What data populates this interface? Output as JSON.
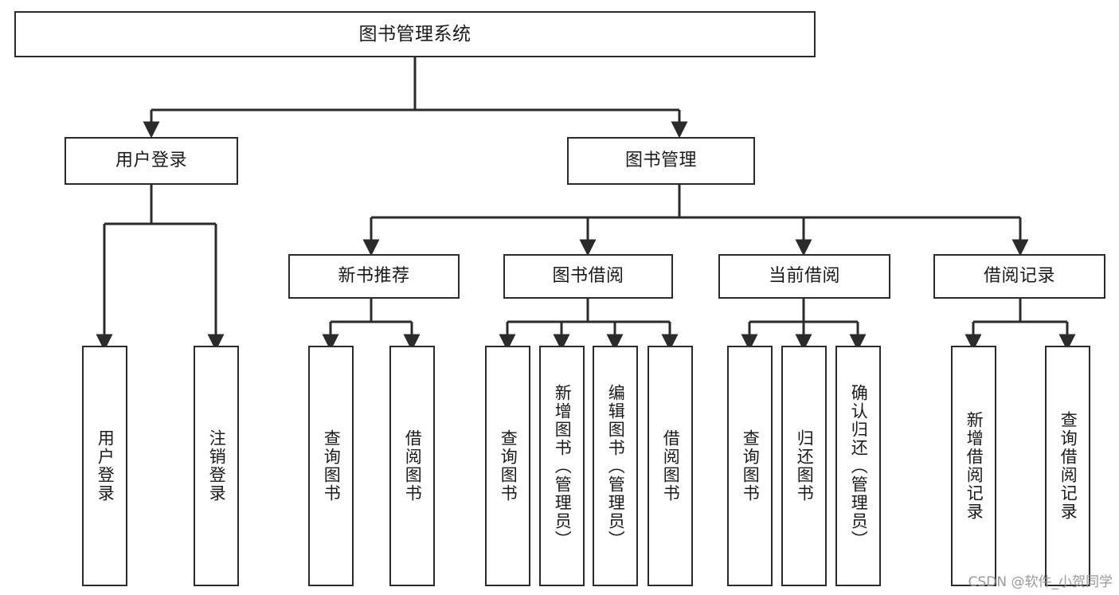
{
  "diagram": {
    "title": "图书管理系统",
    "type": "tree",
    "watermark": "CSDN @软件_小贺同学",
    "colors": {
      "border": "#2b2b2b",
      "background": "#ffffff",
      "text": "#1a1a1a",
      "edge": "#2b2b2b",
      "watermark": "#9a9a9a"
    },
    "nodes": {
      "root": {
        "label": "图书管理系统"
      },
      "level1": [
        {
          "id": "user_login",
          "label": "用户登录"
        },
        {
          "id": "book_manage",
          "label": "图书管理"
        }
      ],
      "level2": [
        {
          "id": "new_book_rec",
          "label": "新书推荐"
        },
        {
          "id": "book_borrow",
          "label": "图书借阅"
        },
        {
          "id": "current_borrow",
          "label": "当前借阅"
        },
        {
          "id": "borrow_record",
          "label": "借阅记录"
        }
      ],
      "leaves": [
        {
          "id": "leaf_user_login",
          "label": "用户登录",
          "parent": "user_login"
        },
        {
          "id": "leaf_logout",
          "label": "注销登录",
          "parent": "user_login"
        },
        {
          "id": "leaf_query_book_1",
          "label": "查询图书",
          "parent": "new_book_rec"
        },
        {
          "id": "leaf_borrow_book_1",
          "label": "借阅图书",
          "parent": "new_book_rec"
        },
        {
          "id": "leaf_query_book_2",
          "label": "查询图书",
          "parent": "book_borrow"
        },
        {
          "id": "leaf_add_book",
          "label": "新增图书（管理员）",
          "parent": "book_borrow"
        },
        {
          "id": "leaf_edit_book",
          "label": "编辑图书（管理员）",
          "parent": "book_borrow"
        },
        {
          "id": "leaf_borrow_book_2",
          "label": "借阅图书",
          "parent": "book_borrow"
        },
        {
          "id": "leaf_query_book_3",
          "label": "查询图书",
          "parent": "current_borrow"
        },
        {
          "id": "leaf_return_book",
          "label": "归还图书",
          "parent": "current_borrow"
        },
        {
          "id": "leaf_confirm_return",
          "label": "确认归还（管理员）",
          "parent": "current_borrow"
        },
        {
          "id": "leaf_add_record",
          "label": "新增借阅记录",
          "parent": "borrow_record"
        },
        {
          "id": "leaf_query_record",
          "label": "查询借阅记录",
          "parent": "borrow_record"
        }
      ]
    }
  }
}
